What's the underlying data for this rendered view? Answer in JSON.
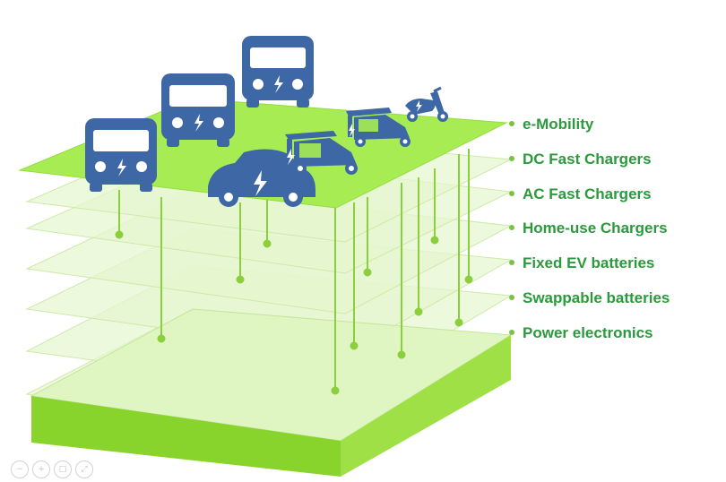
{
  "colors": {
    "vehicle": "#3d67a5",
    "top_layer": "#a6ec52",
    "block_front": "#88d42c",
    "label_text": "#2a9a3c",
    "pole": "#8ccf3c"
  },
  "layers": [
    {
      "label": "e-Mobility"
    },
    {
      "label": "DC Fast Chargers"
    },
    {
      "label": "AC Fast Chargers"
    },
    {
      "label": "Home-use Chargers"
    },
    {
      "label": "Fixed EV batteries"
    },
    {
      "label": "Swappable batteries"
    },
    {
      "label": "Power electronics"
    }
  ],
  "vehicles": [
    {
      "type": "bus",
      "icon": "bus-icon"
    },
    {
      "type": "bus",
      "icon": "bus-icon"
    },
    {
      "type": "bus",
      "icon": "bus-icon"
    },
    {
      "type": "car",
      "icon": "car-icon"
    },
    {
      "type": "auto-rickshaw",
      "icon": "rickshaw-icon"
    },
    {
      "type": "auto-rickshaw",
      "icon": "rickshaw-icon"
    },
    {
      "type": "scooter",
      "icon": "scooter-icon"
    }
  ],
  "footer": {
    "icons": [
      "zoom-out-icon",
      "zoom-in-icon",
      "fit-icon",
      "fullscreen-icon"
    ]
  }
}
